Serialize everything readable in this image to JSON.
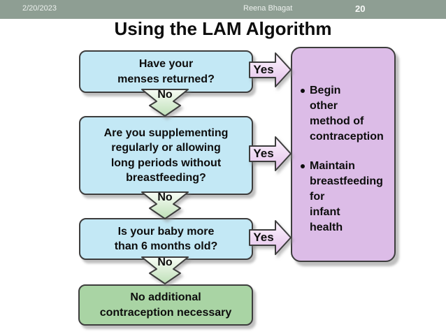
{
  "header": {
    "date": "2/20/2023",
    "author": "Reena Bhagat",
    "slide_number": "20"
  },
  "title": "Using the LAM Algorithm",
  "flowchart": {
    "yes_label": "Yes",
    "no_label": "No",
    "questions": {
      "q1": "Have your\nmenses returned?",
      "q2": "Are you supplementing\nregularly or allowing\nlong periods without\nbreastfeeding?",
      "q3": "Is your baby more\nthan 6 months old?"
    },
    "no_result": "No additional\ncontraception necessary",
    "yes_outcome": {
      "bullets": [
        "Begin\nother\nmethod of\ncontraception",
        "Maintain\nbreastfeeding\nfor\ninfant\nhealth"
      ]
    }
  },
  "colors": {
    "header_bar": "#8e9e93",
    "question_box_fill": "#c3e8f5",
    "result_box_fill": "#a9d4a4",
    "outcome_box_fill": "#dcbce7",
    "yes_arrow_fill": "#e9c9ee",
    "no_arrow_fill": "#c9e5c2",
    "outline": "#3d3d3d",
    "title_text": "#0d0d0d",
    "header_text": "#edf1ee"
  }
}
